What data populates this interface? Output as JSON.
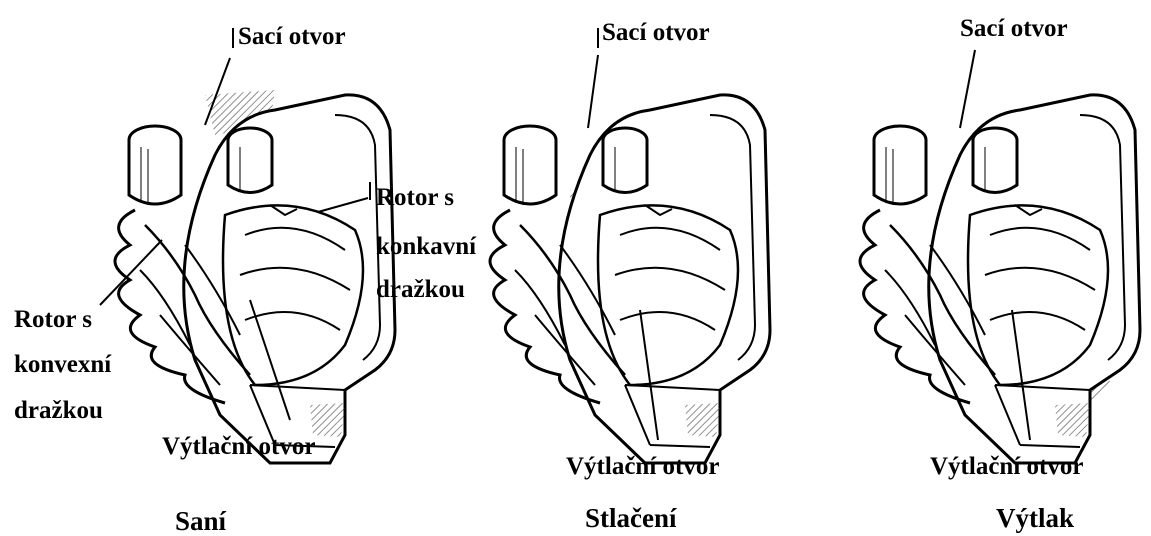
{
  "panels": [
    {
      "suction_port": "Sací otvor",
      "concave_rotor": [
        "Rotor s",
        "konkavní",
        "dražkou"
      ],
      "convex_rotor": [
        "Rotor s",
        "konvexní",
        "dražkou"
      ],
      "discharge_port": "Výtlační otvor",
      "phase": "Saní"
    },
    {
      "suction_port": "Sací otvor",
      "discharge_port": "Výtlační otvor",
      "phase": "Stlačení"
    },
    {
      "suction_port": "Sací otvor",
      "discharge_port": "Výtlační otvor",
      "phase": "Výtlak"
    }
  ],
  "colors": {
    "ink": "#000000",
    "hatch": "#666666",
    "background": "#ffffff"
  }
}
